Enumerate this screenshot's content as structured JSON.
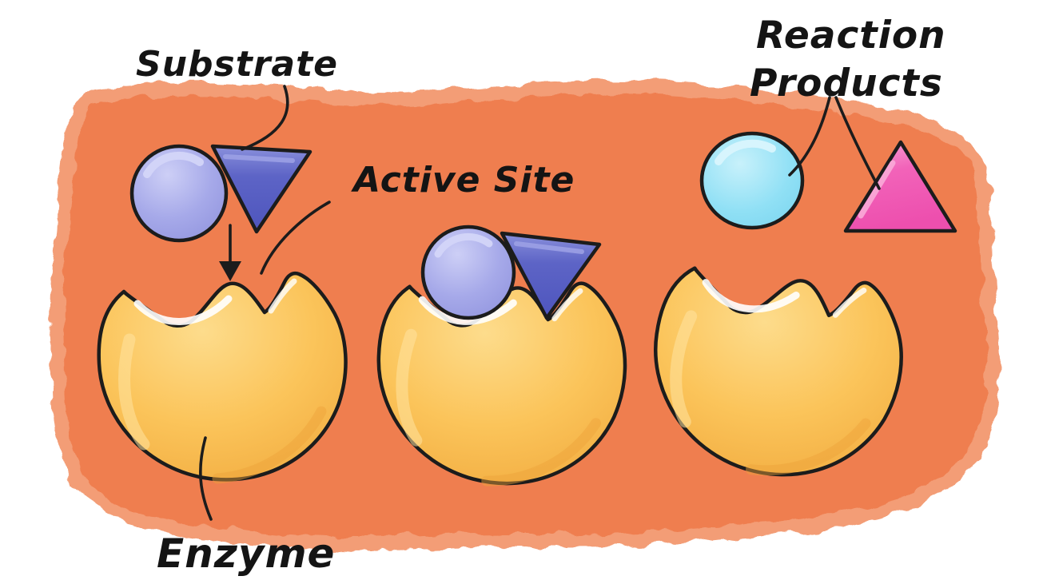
{
  "figure": {
    "type": "hand-drawn biology diagram",
    "topic": "Enzyme, substrate, active site and reaction products"
  },
  "labels": {
    "substrate": "Substrate",
    "active_site": "Active Site",
    "reaction_products_line1": "Reaction",
    "reaction_products_line2": "Products",
    "enzyme": "Enzyme"
  },
  "colors": {
    "canvas_bg": "#ffffff",
    "blob_main": "#EF7E4F",
    "blob_fringe": "#F39D76",
    "enzyme_body": "#FBC45A",
    "enzyme_body_light": "#FDDC8C",
    "enzyme_body_dark": "#F0A83C",
    "substrate_circle": "#A6A9E9",
    "substrate_circle_light": "#CDCFF6",
    "substrate_triangle": "#5D64C6",
    "substrate_triangle_light": "#8A90DC",
    "product_circle": "#90E0F5",
    "product_circle_light": "#C8F1FB",
    "product_triangle": "#F263B9",
    "product_triangle_light": "#F9A6D6",
    "outline": "#1C1C1C",
    "text": "#141414"
  }
}
